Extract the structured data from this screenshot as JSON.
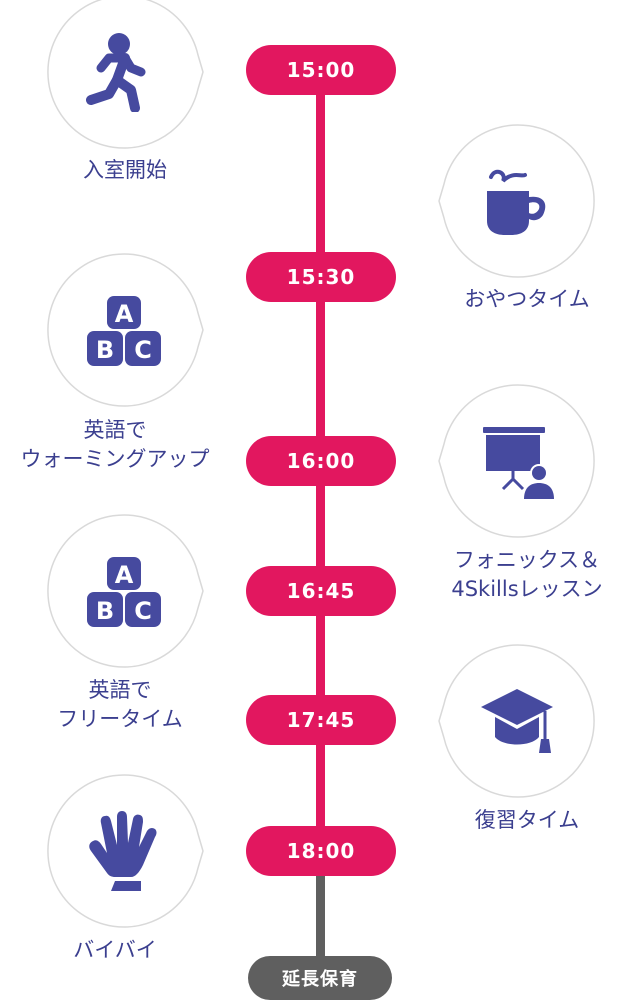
{
  "colors": {
    "accent": "#e2175f",
    "icon": "#464a9f",
    "text": "#3b3f8f",
    "final": "#5f5f5f"
  },
  "times": [
    "15:00",
    "15:30",
    "16:00",
    "16:45",
    "17:45",
    "18:00"
  ],
  "final_label": "延長保育",
  "activities": {
    "entry": "入室開始",
    "snack": "おやつタイム",
    "warmup_1": "英語で",
    "warmup_2": "ウォーミングアップ",
    "phonics_1": "フォニックス＆",
    "phonics_2": "4Skillsレッスン",
    "free_1": "英語で",
    "free_2": "フリータイム",
    "review": "復習タイム",
    "bye": "バイバイ"
  },
  "icons": [
    "running-person-icon",
    "coffee-cup-icon",
    "abc-blocks-icon",
    "presentation-icon",
    "abc-blocks-icon",
    "graduation-cap-icon",
    "waving-hand-icon"
  ]
}
